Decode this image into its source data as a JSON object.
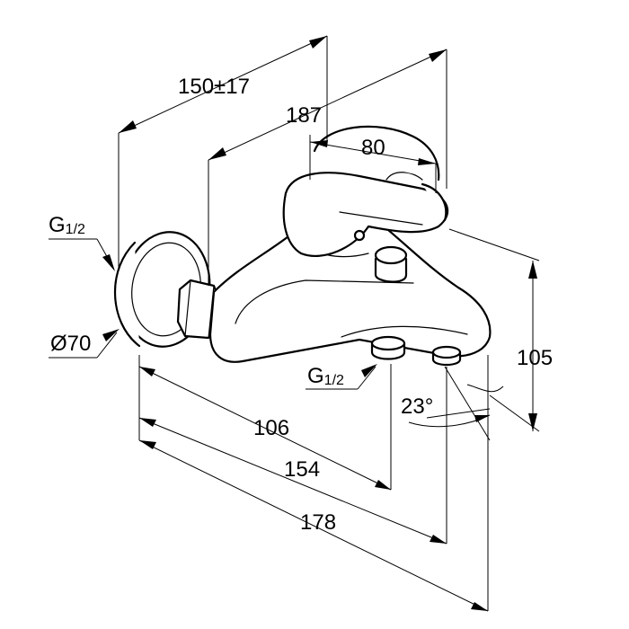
{
  "dimensions": {
    "projection_range": "150±17",
    "projection_max": "187",
    "lever_width": "80",
    "height": "105",
    "depth_outlet": "106",
    "depth_diverter": "154",
    "depth_spout": "178",
    "spout_angle": "23°",
    "rosette_diameter": "Ø70"
  },
  "connections": {
    "thread_inlet": {
      "main": "G",
      "fraction": "1/2"
    },
    "thread_outlet": {
      "main": "G",
      "fraction": "1/2"
    }
  }
}
